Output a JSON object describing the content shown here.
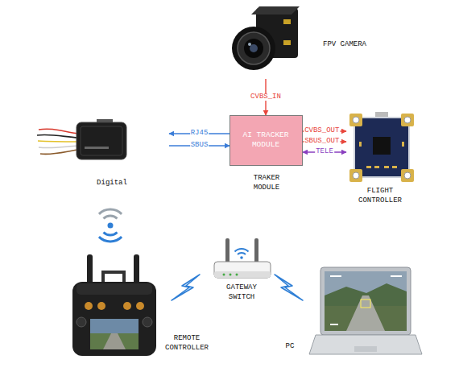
{
  "diagram": {
    "nodes": [
      {
        "text": [
          "FPV CAMERA"
        ]
      },
      {
        "text": [
          "Digital"
        ]
      },
      {
        "text": [
          "AI TRACKER MODULE",
          "TRAKER MODULE"
        ]
      },
      {
        "text": [
          "FLIGHT CONTROLLER"
        ]
      },
      {
        "text": [
          "REMOTE CONTROLLER"
        ]
      },
      {
        "text": [
          "GATEWAY SWITCH"
        ]
      },
      {
        "text": [
          "PC"
        ]
      }
    ],
    "edges": [
      {
        "from": 0,
        "to": 2,
        "label": "CVBS_IN",
        "arrow": "to"
      },
      {
        "from": 2,
        "to": 1,
        "label": "RJ45",
        "arrow": "to"
      },
      {
        "from": 1,
        "to": 2,
        "label": "SBUS",
        "arrow": "to"
      },
      {
        "from": 2,
        "to": 3,
        "label": "CVBS_OUT",
        "arrow": "to"
      },
      {
        "from": 2,
        "to": 3,
        "label": "SBUS_OUT",
        "arrow": "to"
      },
      {
        "from": 2,
        "to": 3,
        "label": "TELE",
        "arrow": "both"
      }
    ]
  }
}
